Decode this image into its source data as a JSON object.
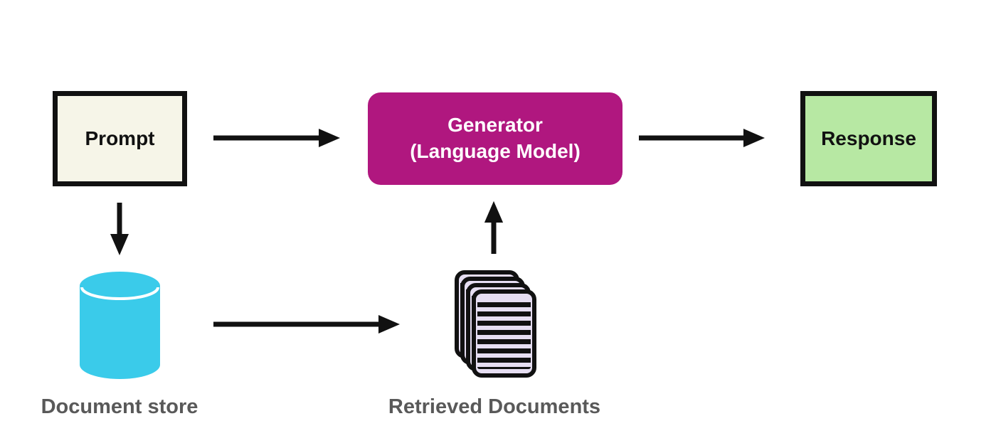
{
  "diagram": {
    "background_color": "#ffffff",
    "arrow_color": "#111111",
    "nodes": {
      "prompt": {
        "label": "Prompt",
        "fill": "#f6f5e8",
        "border_color": "#111111",
        "text_color": "#111111"
      },
      "generator": {
        "line1": "Generator",
        "line2": "(Language Model)",
        "fill": "#b0177f",
        "text_color": "#ffffff"
      },
      "response": {
        "label": "Response",
        "fill": "#b7e8a3",
        "border_color": "#111111",
        "text_color": "#111111"
      },
      "document_store": {
        "label": "Document store",
        "fill": "#3acbea",
        "label_color": "#595959"
      },
      "retrieved_documents": {
        "label": "Retrieved Documents",
        "fill": "#e6def2",
        "line_color": "#111111",
        "label_color": "#595959"
      }
    },
    "edges": [
      {
        "from": "prompt",
        "to": "generator"
      },
      {
        "from": "generator",
        "to": "response"
      },
      {
        "from": "prompt",
        "to": "document_store"
      },
      {
        "from": "document_store",
        "to": "retrieved_documents"
      },
      {
        "from": "retrieved_documents",
        "to": "generator"
      }
    ]
  }
}
